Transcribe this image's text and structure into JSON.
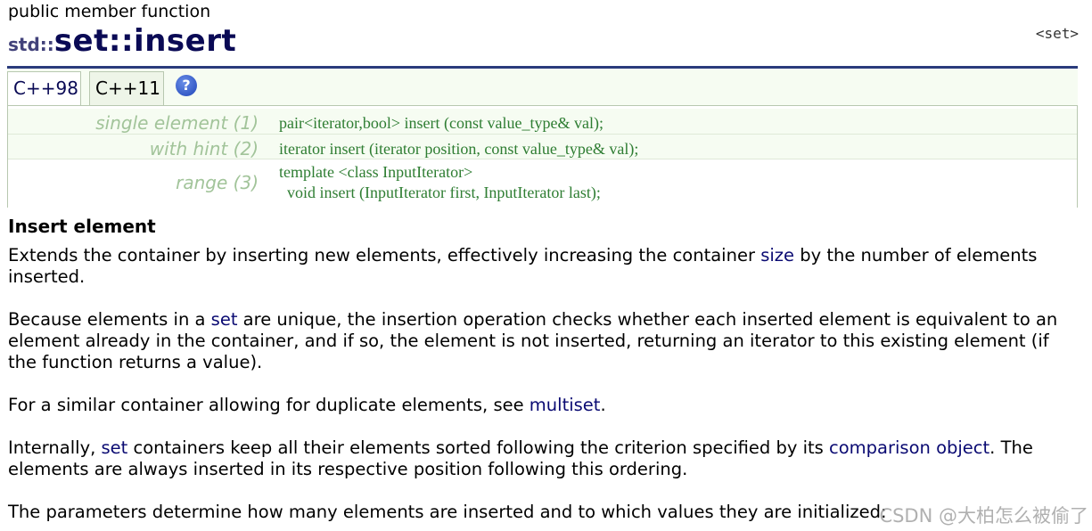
{
  "header": {
    "kind": "public member function",
    "ns": "std::",
    "cls": "set",
    "sep": "::",
    "method": "insert",
    "header_tag": "<set>"
  },
  "tabs": [
    {
      "label": "C++98"
    },
    {
      "label": "C++11"
    }
  ],
  "help_icon": "question-circle-icon",
  "help_glyph": "?",
  "declarations": [
    {
      "label": "single element (1)",
      "code": "pair<iterator,bool> insert (const value_type& val);"
    },
    {
      "label": "with hint (2)",
      "code": "iterator insert (iterator position, const value_type& val);"
    },
    {
      "label": "range (3)",
      "code": "template <class InputIterator>\n  void insert (InputIterator first, InputIterator last);"
    }
  ],
  "section_title": "Insert element",
  "paragraphs": {
    "p1_a": "Extends the container by inserting new elements, effectively increasing the container ",
    "p1_link": "size",
    "p1_b": " by the number of elements inserted.",
    "p2_a": "Because elements in a ",
    "p2_link": "set",
    "p2_b": " are unique, the insertion operation checks whether each inserted element is equivalent to an element already in the container, and if so, the element is not inserted, returning an iterator to this existing element (if the function returns a value).",
    "p3_a": "For a similar container allowing for duplicate elements, see ",
    "p3_link": "multiset",
    "p3_b": ".",
    "p4_a": "Internally, ",
    "p4_link1": "set",
    "p4_b": " containers keep all their elements sorted following the criterion specified by its ",
    "p4_link2": "comparison object",
    "p4_c": ". The elements are always inserted in its respective position following this ordering.",
    "p5": "The parameters determine how many elements are inserted and to which values they are initialized:"
  },
  "watermark": "CSDN @大柏怎么被偷了"
}
